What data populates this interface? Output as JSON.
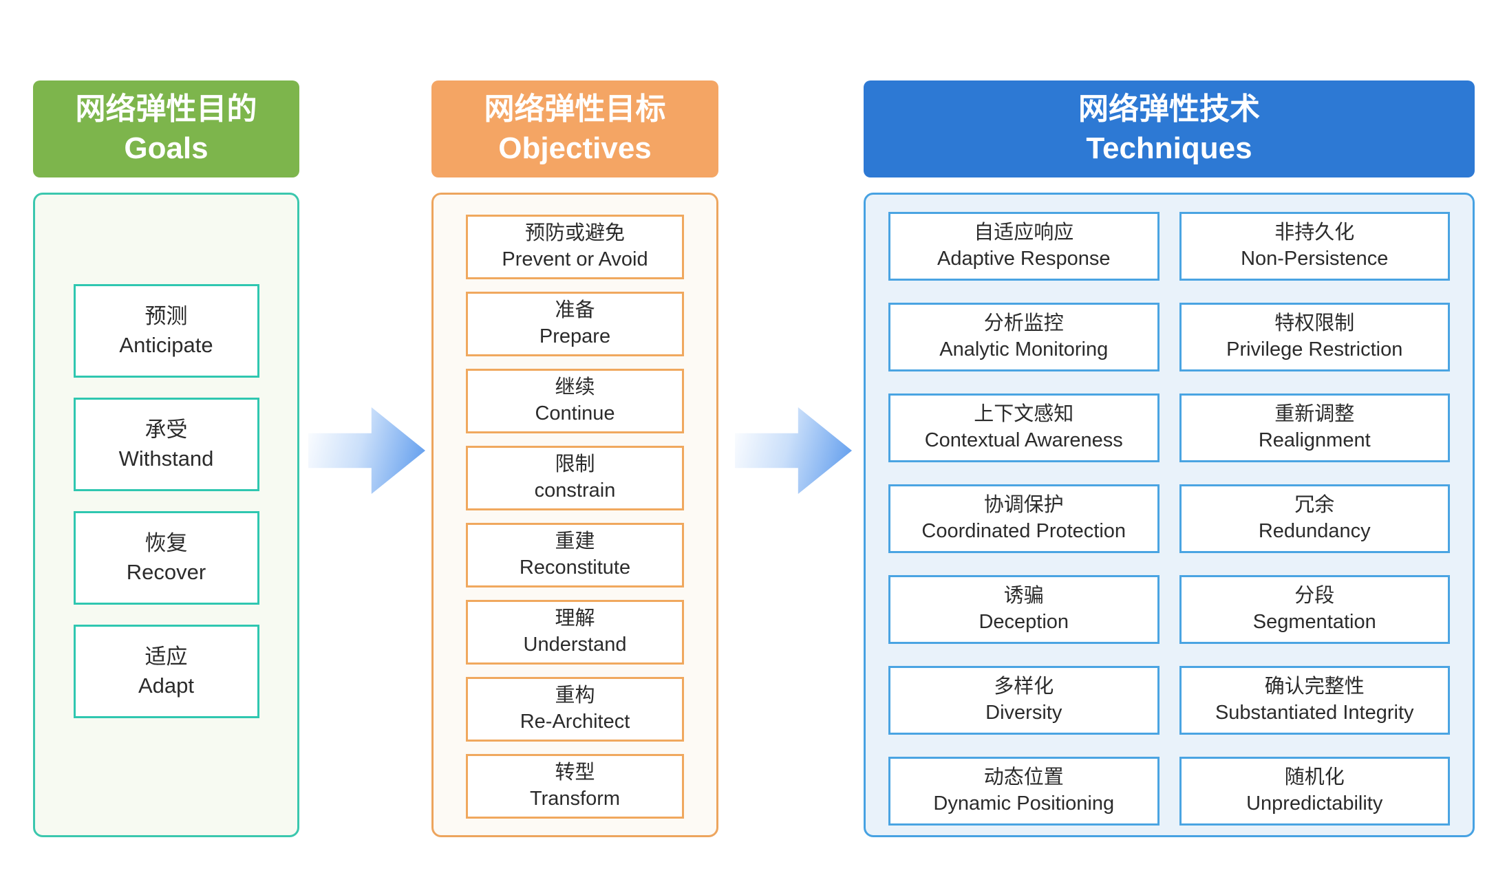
{
  "diagram": {
    "goals": {
      "header": {
        "zh": "网络弹性目的",
        "en": "Goals"
      },
      "items": [
        {
          "zh": "预测",
          "en": "Anticipate"
        },
        {
          "zh": "承受",
          "en": "Withstand"
        },
        {
          "zh": "恢复",
          "en": "Recover"
        },
        {
          "zh": "适应",
          "en": "Adapt"
        }
      ]
    },
    "objectives": {
      "header": {
        "zh": "网络弹性目标",
        "en": "Objectives"
      },
      "items": [
        {
          "zh": "预防或避免",
          "en": "Prevent or Avoid"
        },
        {
          "zh": "准备",
          "en": "Prepare"
        },
        {
          "zh": "继续",
          "en": "Continue"
        },
        {
          "zh": "限制",
          "en": "constrain"
        },
        {
          "zh": "重建",
          "en": "Reconstitute"
        },
        {
          "zh": "理解",
          "en": "Understand"
        },
        {
          "zh": "重构",
          "en": "Re-Architect"
        },
        {
          "zh": "转型",
          "en": "Transform"
        }
      ]
    },
    "techniques": {
      "header": {
        "zh": "网络弹性技术",
        "en": "Techniques"
      },
      "items": [
        {
          "zh": "自适应响应",
          "en": "Adaptive Response"
        },
        {
          "zh": "非持久化",
          "en": "Non-Persistence"
        },
        {
          "zh": "分析监控",
          "en": "Analytic Monitoring"
        },
        {
          "zh": "特权限制",
          "en": "Privilege Restriction"
        },
        {
          "zh": "上下文感知",
          "en": "Contextual Awareness"
        },
        {
          "zh": "重新调整",
          "en": "Realignment"
        },
        {
          "zh": "协调保护",
          "en": "Coordinated Protection"
        },
        {
          "zh": "冗余",
          "en": "Redundancy"
        },
        {
          "zh": "诱骗",
          "en": "Deception"
        },
        {
          "zh": "分段",
          "en": "Segmentation"
        },
        {
          "zh": "多样化",
          "en": "Diversity"
        },
        {
          "zh": "确认完整性",
          "en": "Substantiated Integrity"
        },
        {
          "zh": "动态位置",
          "en": "Dynamic Positioning"
        },
        {
          "zh": "随机化",
          "en": "Unpredictability"
        }
      ]
    },
    "colors": {
      "goals_header_bg": "#7db54c",
      "objectives_header_bg": "#f4a564",
      "techniques_header_bg": "#2d79d4",
      "goals_item_border": "#2fc7b0",
      "objectives_item_border": "#f0a85e",
      "techniques_item_border": "#4aa4e2",
      "arrow_blue": "#5797ec"
    }
  }
}
